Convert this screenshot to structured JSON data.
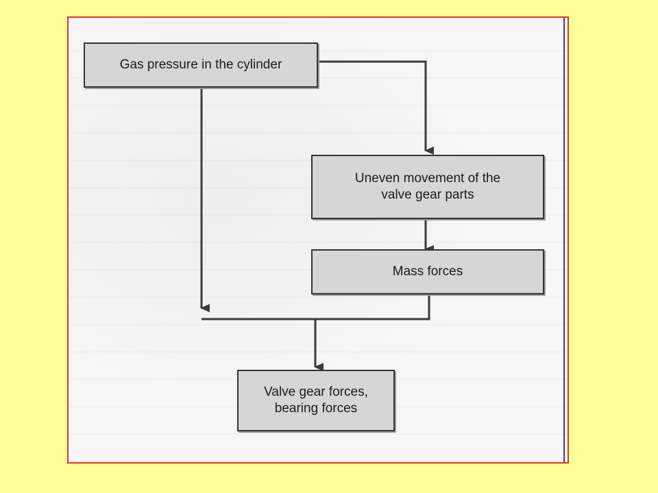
{
  "colors": {
    "background": "#FFFF99",
    "frame_border": "#E8322A",
    "box_fill": "#D6D6D6",
    "box_border": "#333333",
    "arrow": "#3a3a3a"
  },
  "nodes": {
    "gas_pressure": {
      "lines": [
        "Gas pressure in the cylinder"
      ]
    },
    "uneven_movement": {
      "lines": [
        "Uneven movement of the",
        "valve gear parts"
      ]
    },
    "mass_forces": {
      "lines": [
        "Mass forces"
      ]
    },
    "valve_gear_forces": {
      "lines": [
        "Valve gear forces,",
        "bearing forces"
      ]
    }
  },
  "edges": [
    {
      "from": "gas_pressure",
      "to": "uneven_movement"
    },
    {
      "from": "uneven_movement",
      "to": "mass_forces"
    },
    {
      "from": "gas_pressure",
      "to": "valve_gear_forces"
    },
    {
      "from": "mass_forces",
      "to": "valve_gear_forces"
    }
  ]
}
